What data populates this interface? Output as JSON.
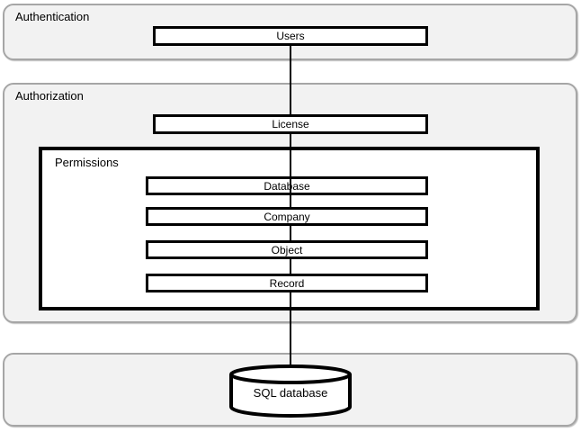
{
  "diagram": {
    "containers": {
      "authentication": {
        "label": "Authentication"
      },
      "authorization": {
        "label": "Authorization"
      },
      "permissions": {
        "label": "Permissions"
      }
    },
    "nodes": {
      "users": {
        "label": "Users"
      },
      "license": {
        "label": "License"
      },
      "database": {
        "label": "Database"
      },
      "company": {
        "label": "Company"
      },
      "object": {
        "label": "Object"
      },
      "record": {
        "label": "Record"
      },
      "sql_database": {
        "label": "SQL database"
      }
    },
    "edges": [
      {
        "from": "users",
        "to": "license"
      },
      {
        "from": "license",
        "to": "database"
      },
      {
        "from": "database",
        "to": "company"
      },
      {
        "from": "company",
        "to": "object"
      },
      {
        "from": "object",
        "to": "record"
      },
      {
        "from": "record",
        "to": "sql_database"
      }
    ],
    "colors": {
      "background": "#ffffff",
      "container_fill": "#f2f2f2",
      "container_border": "#a6a6a6",
      "node_fill": "#ffffff",
      "node_border": "#000000",
      "connector": "#000000"
    }
  }
}
